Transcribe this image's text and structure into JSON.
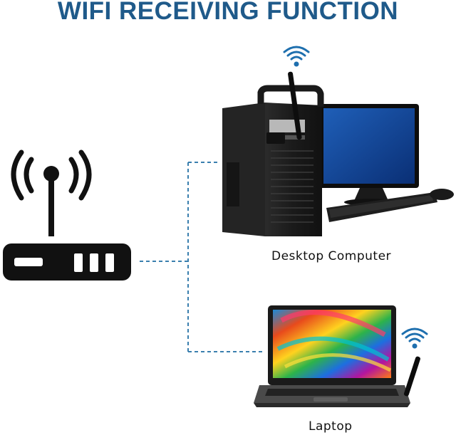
{
  "title": "WIFI RECEIVING FUNCTION",
  "devices": {
    "desktop_label": "Desktop Computer",
    "laptop_label": "Laptop"
  },
  "colors": {
    "title": "#1f5a8a",
    "connector": "#3a7fae",
    "wifi_badge": "#1e6fae",
    "router": "#111111"
  },
  "icons": {
    "router": "wifi-router-icon",
    "badge": "wifi-signal-icon"
  }
}
